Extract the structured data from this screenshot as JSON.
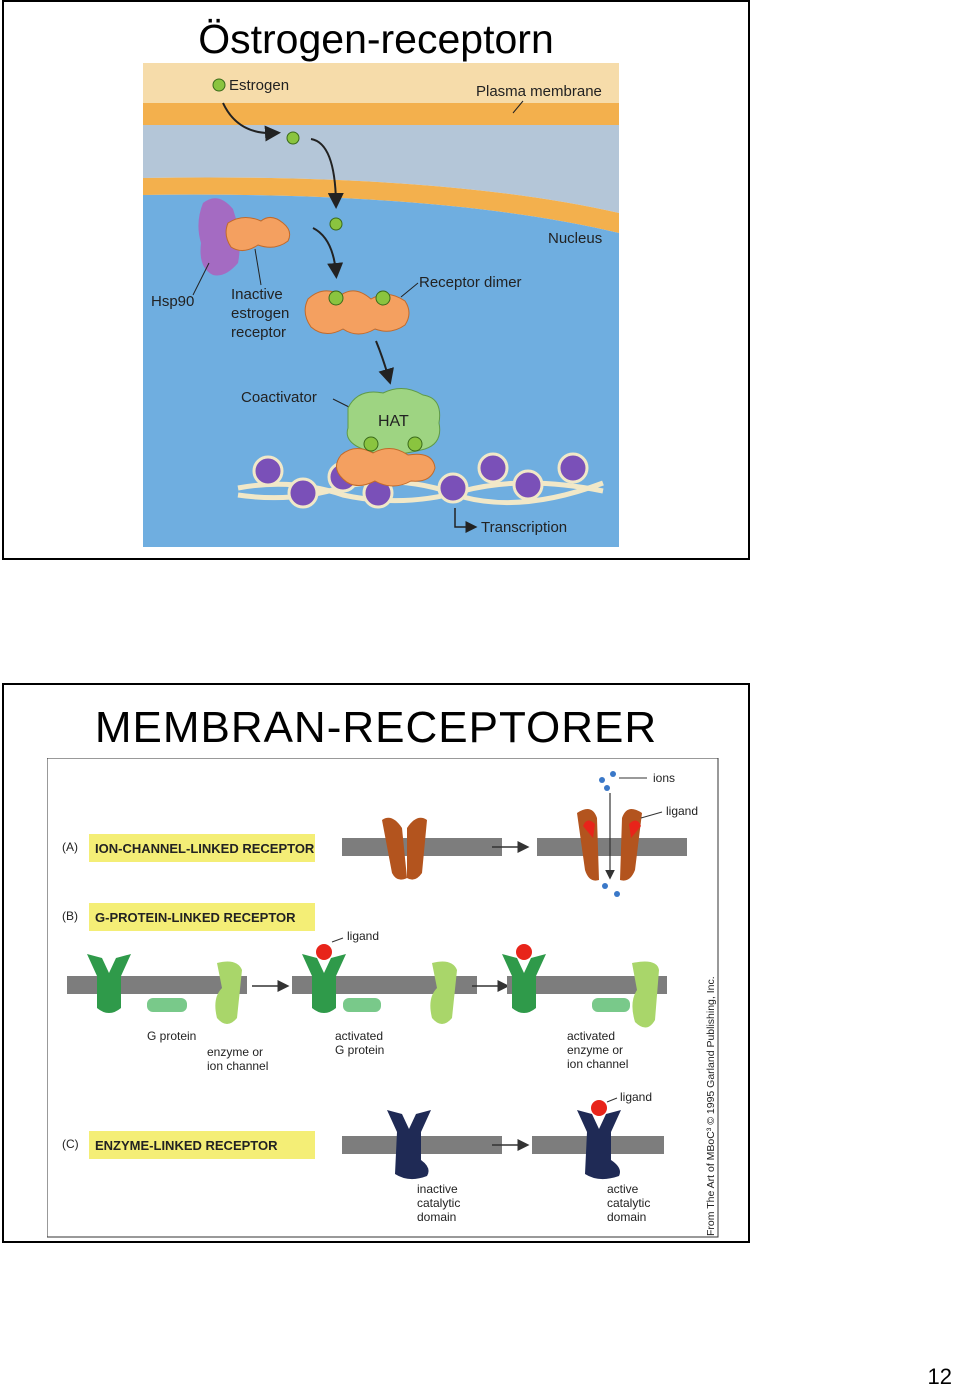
{
  "slide1": {
    "title": "Östrogen-receptorn",
    "labels": {
      "estrogen": "Estrogen",
      "plasma_membrane": "Plasma membrane",
      "nucleus": "Nucleus",
      "hsp90": "Hsp90",
      "inactive_line1": "Inactive",
      "inactive_line2": "estrogen",
      "inactive_line3": "receptor",
      "receptor_dimer": "Receptor dimer",
      "coactivator": "Coactivator",
      "hat": "HAT",
      "transcription": "Transcription"
    }
  },
  "slide2": {
    "title": "MEMBRAN-RECEPTORER",
    "labels": {
      "a_letter": "(A)",
      "a_title": "ION-CHANNEL-LINKED RECEPTOR",
      "ions": "ions",
      "ligand_a": "ligand",
      "b_letter": "(B)",
      "b_title": "G-PROTEIN-LINKED RECEPTOR",
      "ligand_b": "ligand",
      "g_protein": "G protein",
      "enzyme_line1": "enzyme or",
      "enzyme_line2": "ion channel",
      "act_g_line1": "activated",
      "act_g_line2": "G protein",
      "act_enz_line1": "activated",
      "act_enz_line2": "enzyme or",
      "act_enz_line3": "ion channel",
      "c_letter": "(C)",
      "c_title": "ENZYME-LINKED RECEPTOR",
      "ligand_c": "ligand",
      "inactive_line1": "inactive",
      "inactive_line2": "catalytic",
      "inactive_line3": "domain",
      "active_line1": "active",
      "active_line2": "catalytic",
      "active_line3": "domain",
      "credit": "From The Art of MBoC³ © 1995 Garland Publishing, Inc."
    }
  },
  "page_number": "12"
}
